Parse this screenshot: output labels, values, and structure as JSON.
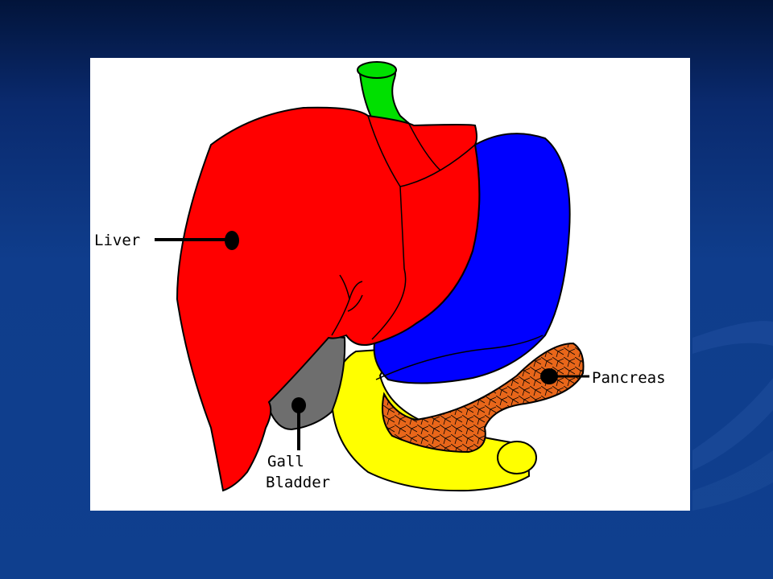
{
  "diagram": {
    "labels": {
      "liver": "Liver",
      "gall_line1": "Gall",
      "gall_line2": "Bladder",
      "pancreas": "Pancreas"
    },
    "colors": {
      "liver": "#ff0000",
      "stomach": "#0000ff",
      "esophagus": "#00e000",
      "duodenum": "#ffff00",
      "pancreas": "#e8661a",
      "gall_bladder": "#6e6e6e",
      "background": "#0f3d8c",
      "panel": "#ffffff"
    }
  }
}
